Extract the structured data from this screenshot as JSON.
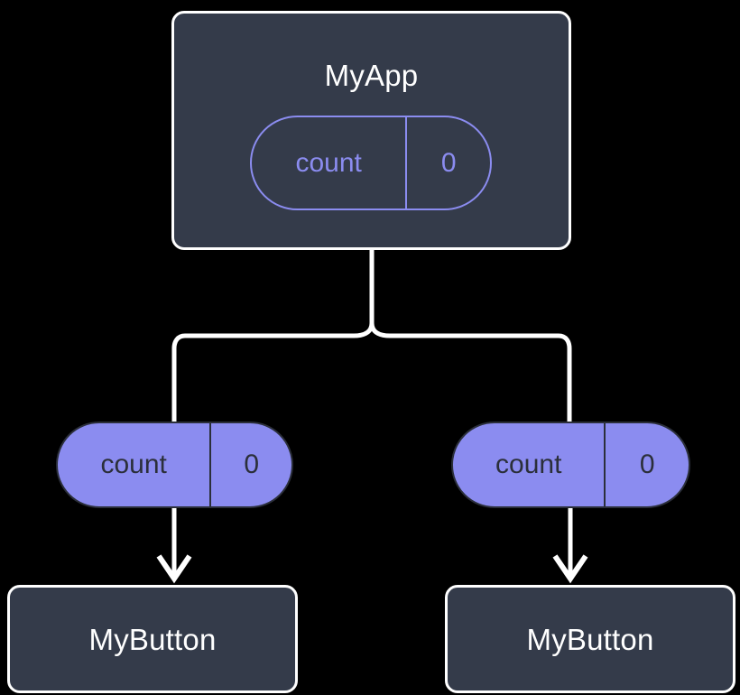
{
  "diagram": {
    "type": "component-state-tree",
    "background_color": "#000000",
    "accent_color": "#8b8cf0",
    "box_fill_color": "#343b4a",
    "edge_color": "#ffffff",
    "nodes": {
      "root": {
        "label": "MyApp",
        "state": {
          "key": "count",
          "value": "0"
        }
      },
      "child_left": {
        "state": {
          "key": "count",
          "value": "0"
        },
        "label": "MyButton"
      },
      "child_right": {
        "state": {
          "key": "count",
          "value": "0"
        },
        "label": "MyButton"
      }
    }
  }
}
